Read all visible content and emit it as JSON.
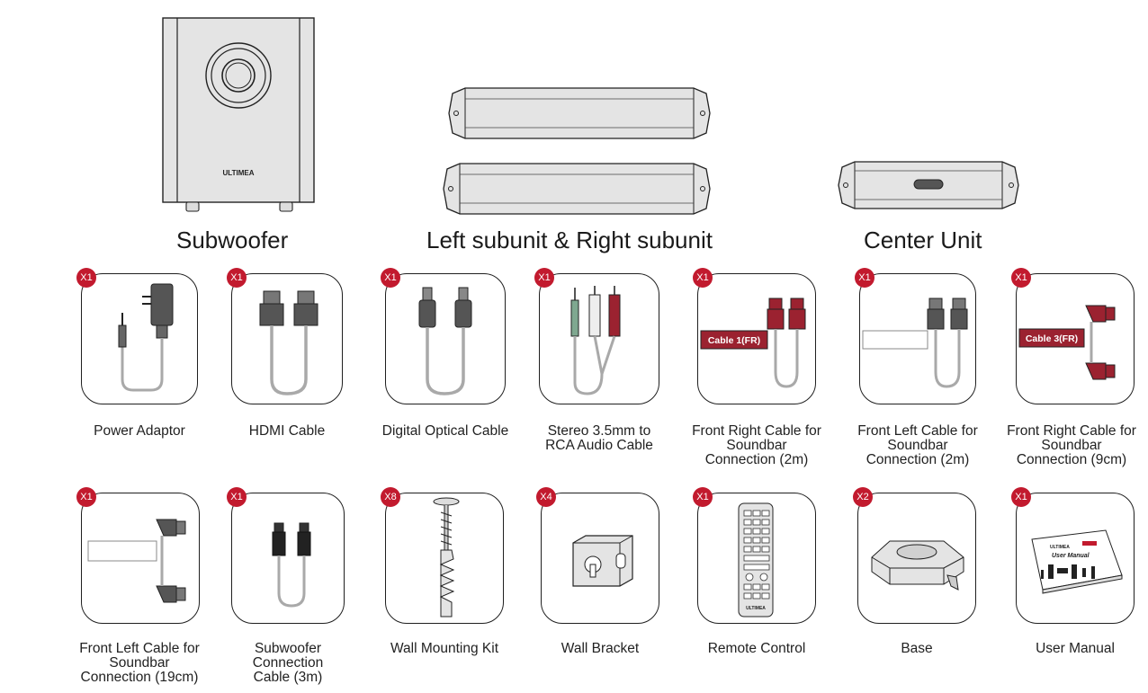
{
  "units": {
    "subwoofer": {
      "label": "Subwoofer",
      "brand": "ULTIMEA"
    },
    "subunits": {
      "label": "Left subunit & Right subunit"
    },
    "center": {
      "label": "Center Unit"
    }
  },
  "row1": [
    {
      "badge": "X1",
      "caption": [
        "Power Adaptor"
      ],
      "icon": "power-adaptor-icon"
    },
    {
      "badge": "X1",
      "caption": [
        "HDMI Cable"
      ],
      "icon": "hdmi-cable-icon"
    },
    {
      "badge": "X1",
      "caption": [
        "Digital Optical Cable"
      ],
      "icon": "optical-cable-icon"
    },
    {
      "badge": "X1",
      "caption": [
        "Stereo 3.5mm to",
        "RCA Audio Cable"
      ],
      "icon": "rca-cable-icon"
    },
    {
      "badge": "X1",
      "caption": [
        "Front Right Cable for",
        "Soundbar",
        "Connection (2m)"
      ],
      "icon": "front-right-cable-icon",
      "tag": "Cable 1(FR)"
    },
    {
      "badge": "X1",
      "caption": [
        "Front Left Cable for",
        "Soundbar",
        "Connection (2m)"
      ],
      "icon": "front-left-cable-icon"
    },
    {
      "badge": "X1",
      "caption": [
        "Front Right Cable for",
        "Soundbar",
        "Connection (9cm)"
      ],
      "icon": "front-right-short-cable-icon",
      "tag": "Cable 3(FR)"
    }
  ],
  "row2": [
    {
      "badge": "X1",
      "caption": [
        "Front Left Cable for",
        "Soundbar",
        "Connection (19cm)"
      ],
      "icon": "front-left-short-cable-icon"
    },
    {
      "badge": "X1",
      "caption": [
        "Subwoofer",
        "Connection",
        "Cable (3m)"
      ],
      "icon": "subwoofer-cable-icon"
    },
    {
      "badge": "X8",
      "caption": [
        "Wall Mounting Kit"
      ],
      "icon": "screw-anchor-icon"
    },
    {
      "badge": "X4",
      "caption": [
        "Wall Bracket"
      ],
      "icon": "wall-bracket-icon"
    },
    {
      "badge": "X1",
      "caption": [
        "Remote Control"
      ],
      "icon": "remote-control-icon",
      "brand": "ULTIMEA"
    },
    {
      "badge": "X2",
      "caption": [
        "Base"
      ],
      "icon": "base-icon"
    },
    {
      "badge": "X1",
      "caption": [
        "User Manual"
      ],
      "icon": "user-manual-icon",
      "title": "User Manual",
      "brand": "ULTIMEA"
    }
  ],
  "colors": {
    "badge": "#c21a2e",
    "cable": "#a9a9a9",
    "connector": "#555555",
    "red_connector": "#9b2230",
    "stroke": "#1f1f1f",
    "device": "#e6e6e6"
  }
}
